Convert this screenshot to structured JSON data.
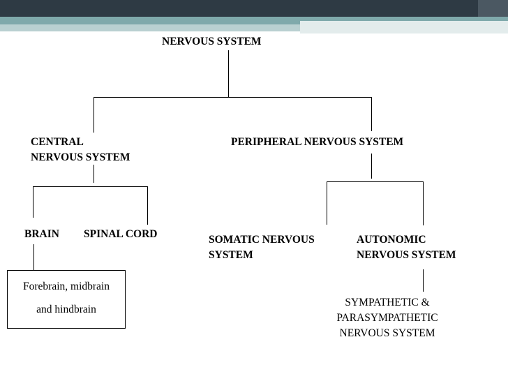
{
  "theme": {
    "bar_dark": "#2e3a44",
    "bar_teal": "#7fa9ab",
    "bar_light": "#b9d0d1",
    "bar_pale": "#e3ecec",
    "line_color": "#000000"
  },
  "diagram": {
    "root": "NERVOUS SYSTEM",
    "central": [
      "CENTRAL",
      "NERVOUS SYSTEM"
    ],
    "peripheral": "PERIPHERAL NERVOUS SYSTEM",
    "brain": "BRAIN",
    "spinal_cord": "SPINAL CORD",
    "brain_parts": [
      "Forebrain, midbrain",
      "and hindbrain"
    ],
    "somatic": [
      "SOMATIC NERVOUS",
      "SYSTEM"
    ],
    "autonomic": [
      "AUTONOMIC",
      "NERVOUS SYSTEM"
    ],
    "sym_para": [
      "SYMPATHETIC &",
      "PARASYMPATHETIC",
      "NERVOUS SYSTEM"
    ]
  }
}
